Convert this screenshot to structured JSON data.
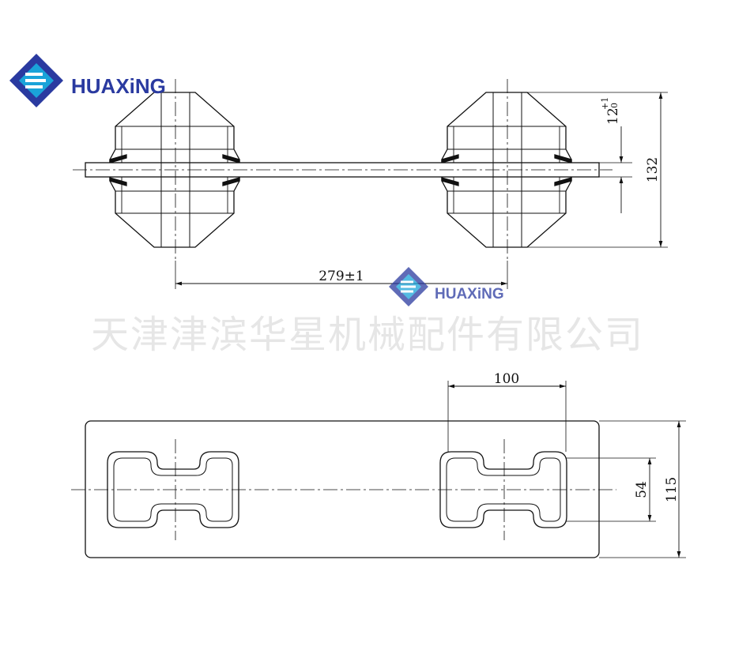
{
  "brand": {
    "name": "HUAXiNG",
    "primary_color": "#2a3aa0",
    "accent_color": "#1aa3d9"
  },
  "watermark": {
    "company_name": "天津津滨华星机械配件有限公司"
  },
  "side_view": {
    "dim_spacing": "279±1",
    "dim_height": "132",
    "dim_thickness": {
      "base": "12",
      "upper": "+1",
      "lower": "0"
    }
  },
  "plan_view": {
    "dim_slot_width": "100",
    "dim_slot_height": "54",
    "dim_plate_height": "115"
  }
}
